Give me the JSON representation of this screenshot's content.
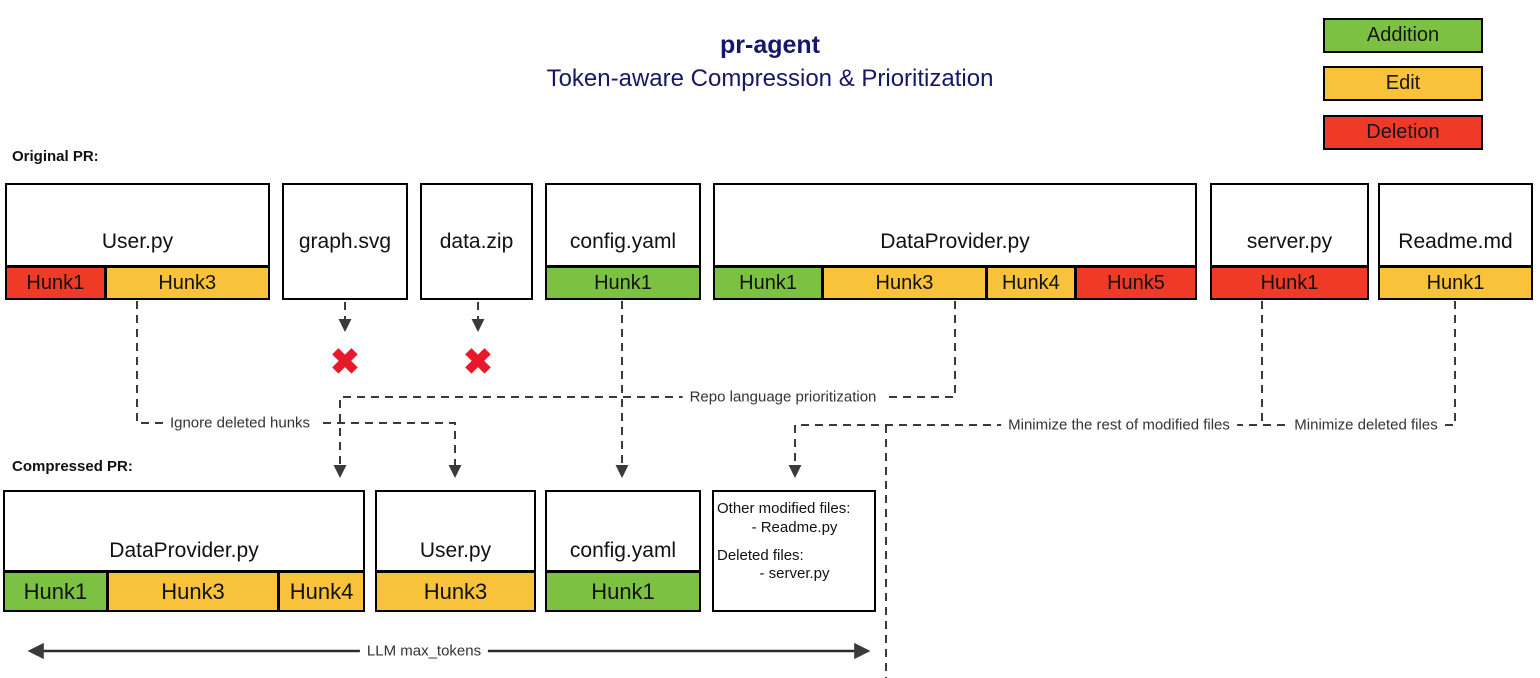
{
  "title": "pr-agent",
  "subtitle": "Token-aware Compression & Prioritization",
  "colors": {
    "addition": "#7dc143",
    "edit": "#f8c33a",
    "deletion": "#f03a28",
    "heading": "#171668"
  },
  "legend": [
    {
      "label": "Addition",
      "type": "addition"
    },
    {
      "label": "Edit",
      "type": "edit"
    },
    {
      "label": "Deletion",
      "type": "deletion"
    }
  ],
  "original": {
    "label": "Original PR:",
    "files": [
      {
        "name": "User.py",
        "hunks": [
          {
            "label": "Hunk1",
            "type": "deletion"
          },
          {
            "label": "Hunk3",
            "type": "edit"
          }
        ]
      },
      {
        "name": "graph.svg",
        "hunks": []
      },
      {
        "name": "data.zip",
        "hunks": []
      },
      {
        "name": "config.yaml",
        "hunks": [
          {
            "label": "Hunk1",
            "type": "addition"
          }
        ]
      },
      {
        "name": "DataProvider.py",
        "hunks": [
          {
            "label": "Hunk1",
            "type": "addition"
          },
          {
            "label": "Hunk3",
            "type": "edit"
          },
          {
            "label": "Hunk4",
            "type": "edit"
          },
          {
            "label": "Hunk5",
            "type": "deletion"
          }
        ]
      },
      {
        "name": "server.py",
        "hunks": [
          {
            "label": "Hunk1",
            "type": "deletion"
          }
        ]
      },
      {
        "name": "Readme.md",
        "hunks": [
          {
            "label": "Hunk1",
            "type": "edit"
          }
        ]
      }
    ]
  },
  "compressed": {
    "label": "Compressed PR:",
    "files": [
      {
        "name": "DataProvider.py",
        "hunks": [
          {
            "label": "Hunk1",
            "type": "addition"
          },
          {
            "label": "Hunk3",
            "type": "edit"
          },
          {
            "label": "Hunk4",
            "type": "edit"
          }
        ]
      },
      {
        "name": "User.py",
        "hunks": [
          {
            "label": "Hunk3",
            "type": "edit"
          }
        ]
      },
      {
        "name": "config.yaml",
        "hunks": [
          {
            "label": "Hunk1",
            "type": "addition"
          }
        ]
      }
    ],
    "other_box": {
      "line1": "Other modified files:",
      "line2": "- Readme.py",
      "line3": "Deleted files:",
      "line4": "- server.py"
    }
  },
  "annotations": {
    "ignore_deleted_hunks": "Ignore deleted hunks",
    "repo_language_prioritization": "Repo language prioritization",
    "minimize_modified": "Minimize the rest of modified files",
    "minimize_deleted": "Minimize deleted files",
    "llm_max_tokens": "LLM max_tokens"
  },
  "deleted_marker": "✖"
}
